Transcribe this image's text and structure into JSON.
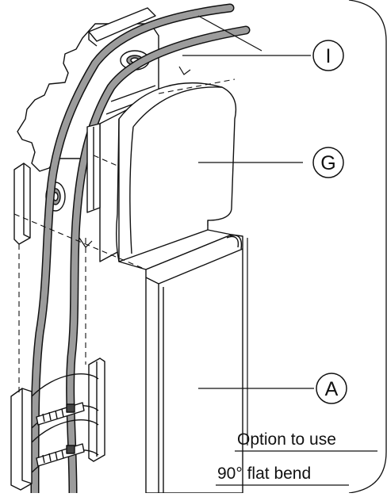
{
  "callouts": {
    "i": "I",
    "g": "G",
    "a": "A"
  },
  "note": {
    "line1": "Option to use",
    "line2": "90° flat bend"
  },
  "colors": {
    "stroke": "#111111",
    "cable_fill": "#9c9c9c",
    "part_fill": "#ffffff"
  }
}
